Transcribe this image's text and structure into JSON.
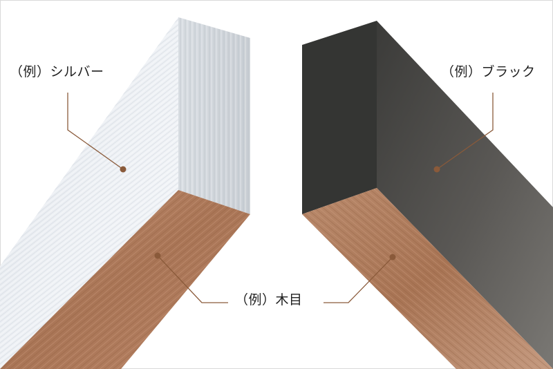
{
  "labels": {
    "silver": "（例）シルバー",
    "black": "（例）ブラック",
    "wood": "（例）木目"
  },
  "colors": {
    "leader_line": "#8a5a3a",
    "silver_face": "#e9edf1",
    "black_face": "#3a3b39",
    "wood_face": "#b07a5a",
    "frame_border": "#d9d9d9"
  }
}
